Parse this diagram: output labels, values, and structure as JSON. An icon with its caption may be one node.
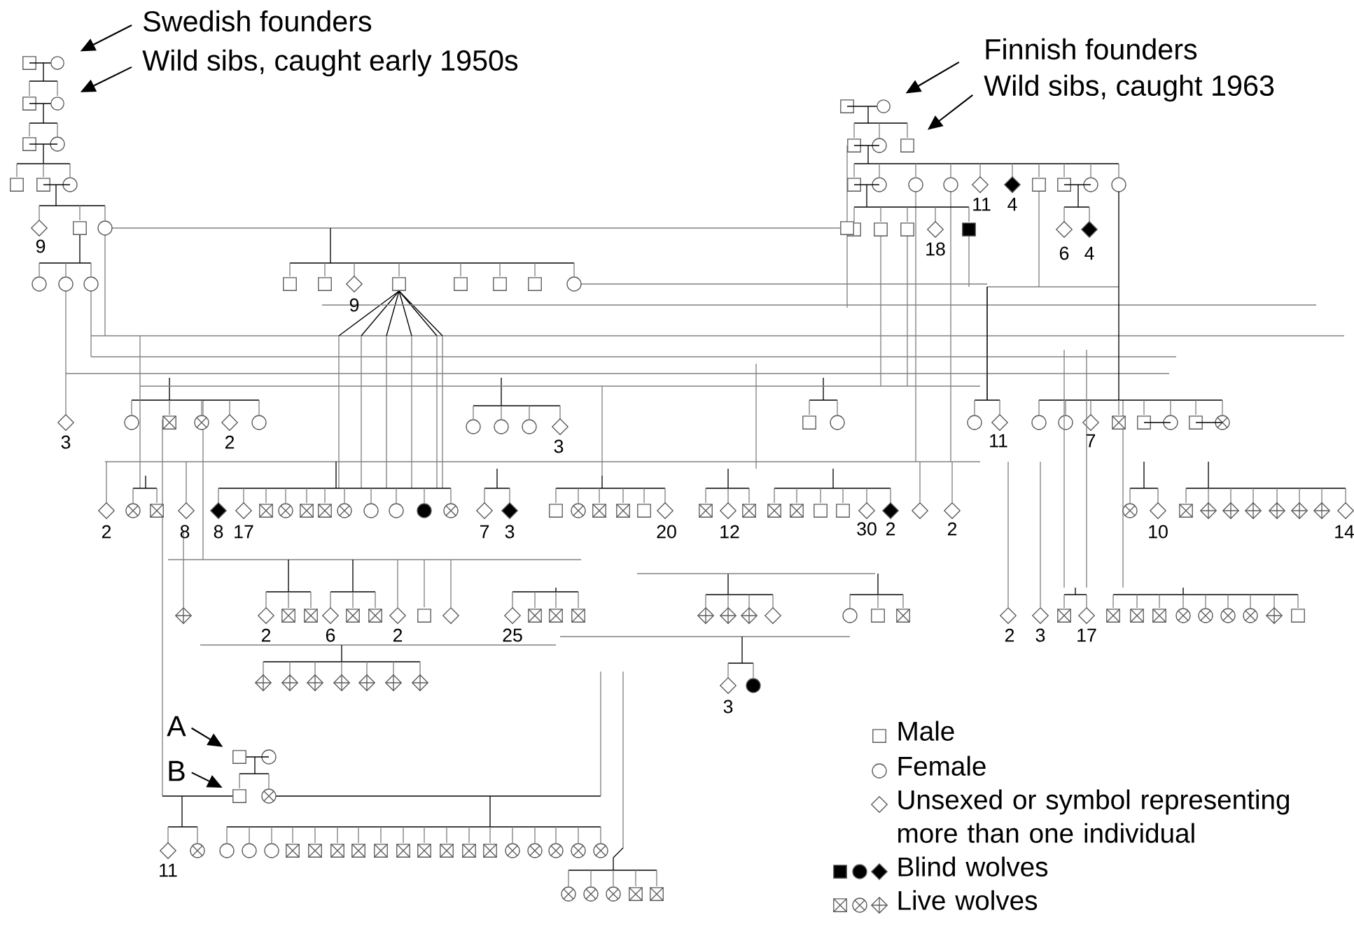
{
  "diagram": {
    "nodes": [
      {
        "text": [
          "Swedish founders"
        ]
      },
      {
        "text": [
          "Wild sibs, caught early 1950s"
        ]
      },
      {
        "text": [
          "Finnish founders"
        ]
      },
      {
        "text": [
          "Wild sibs, caught 1963"
        ]
      },
      {
        "text": [
          "A"
        ]
      },
      {
        "text": [
          "B"
        ]
      },
      {
        "text": [],
        "shape": "circle"
      },
      {
        "text": [],
        "shape": "circle"
      },
      {
        "text": [],
        "shape": "circle"
      },
      {
        "text": [],
        "shape": "box"
      },
      {
        "text": [],
        "shape": "box"
      },
      {
        "text": [],
        "shape": "box"
      }
    ],
    "edges": [
      {
        "from": 0,
        "to": 6,
        "arrow": "to"
      },
      {
        "from": 1,
        "to": 7,
        "arrow": "to"
      },
      {
        "from": 2,
        "to": 8,
        "arrow": "to"
      },
      {
        "from": 3,
        "to": 9,
        "arrow": "to"
      },
      {
        "from": 4,
        "to": 10,
        "arrow": "to"
      },
      {
        "from": 5,
        "to": 11,
        "arrow": "to"
      }
    ],
    "labels": [
      "9",
      "9",
      "11",
      "4",
      "18",
      "6",
      "4",
      "3",
      "2",
      "3",
      "11",
      "7",
      "2",
      "8",
      "8",
      "17",
      "7",
      "3",
      "20",
      "12",
      "30",
      "2",
      "2",
      "10",
      "14",
      "2",
      "6",
      "2",
      "25",
      "2",
      "3",
      "17",
      "3",
      "11"
    ],
    "legend": [
      {
        "text": "Male"
      },
      {
        "text": "Female"
      },
      {
        "text": "Unsexed or symbol representing more than one individual"
      },
      {
        "text": "Blind wolves"
      },
      {
        "text": "Live wolves"
      }
    ]
  }
}
